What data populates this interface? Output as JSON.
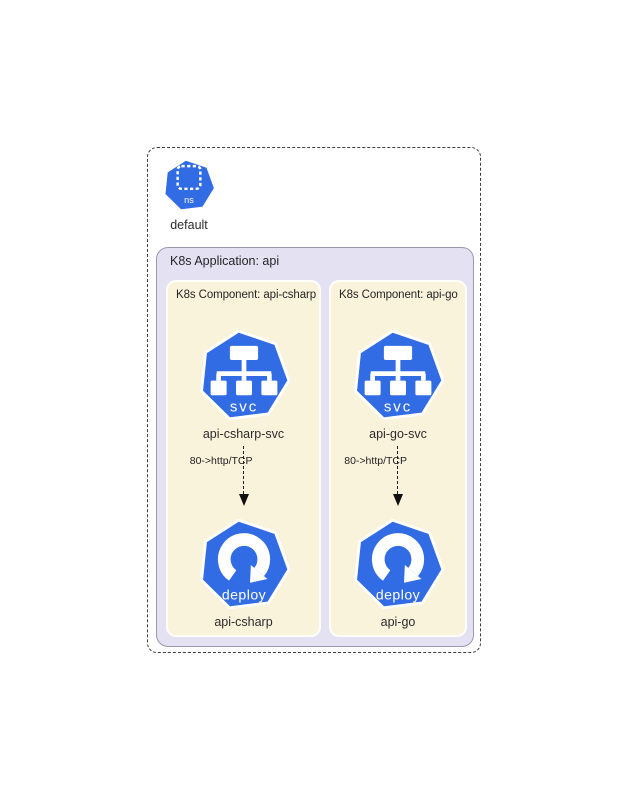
{
  "diagram_type": "kubernetes-architecture",
  "namespace": {
    "icon_abbr": "ns",
    "name": "default"
  },
  "application": {
    "title": "K8s Application: api",
    "components": [
      {
        "title": "K8s Component: api-csharp",
        "service": {
          "icon_abbr": "svc",
          "name": "api-csharp-svc"
        },
        "edge_label": "80->http/TCP",
        "deployment": {
          "icon_abbr": "deploy",
          "name": "api-csharp"
        }
      },
      {
        "title": "K8s Component: api-go",
        "service": {
          "icon_abbr": "svc",
          "name": "api-go-svc"
        },
        "edge_label": "80->http/TCP",
        "deployment": {
          "icon_abbr": "deploy",
          "name": "api-go"
        }
      }
    ]
  },
  "colors": {
    "kubernetes_blue": "#326CE5",
    "application_bg": "#E4E1F3",
    "application_border": "#9B97AE",
    "component_bg": "#FAF3DC",
    "icon_glyph": "#FFFFFF",
    "edge": "#1A1A1A",
    "text": "#2B2B2B"
  }
}
